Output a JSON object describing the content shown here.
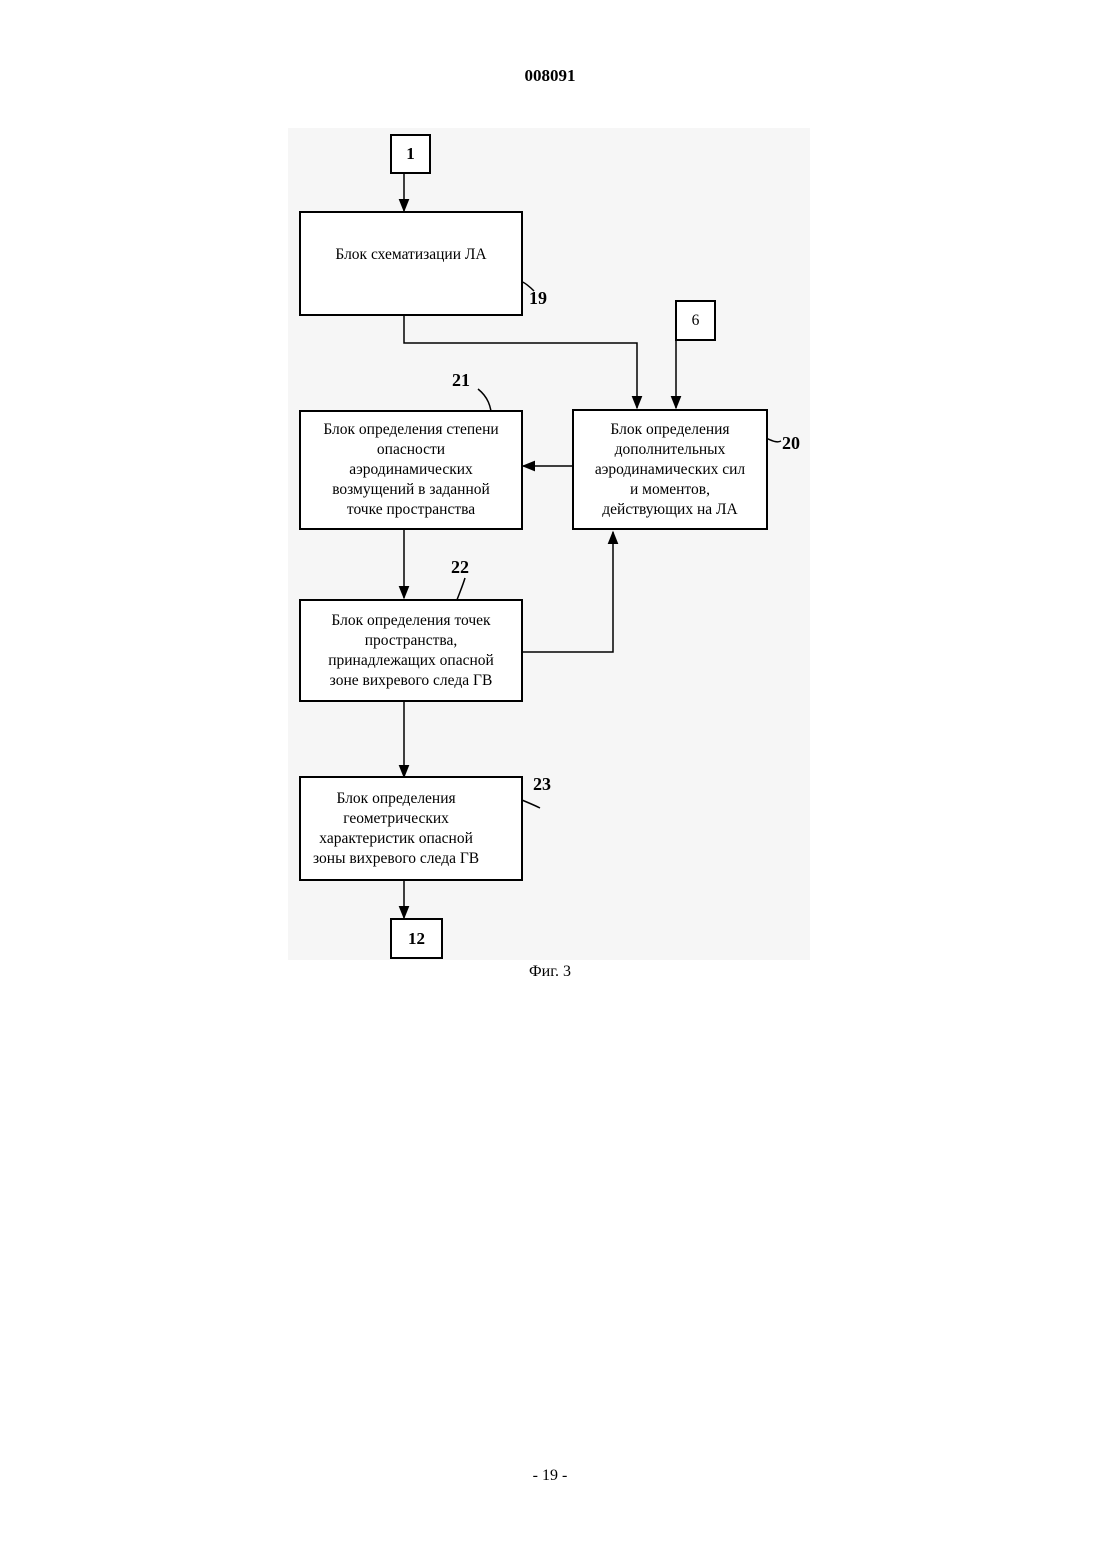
{
  "header": {
    "doc_number": "008091"
  },
  "diagram": {
    "terminals": {
      "in_1": "1",
      "in_6": "6",
      "out_12": "12"
    },
    "blocks": {
      "b19": "Блок схематизации ЛА",
      "b20": "Блок определения\nдополнительных\nаэродинамических сил\nи моментов,\nдействующих на ЛА",
      "b21": "Блок определения степени\nопасности\nаэродинамических\nвозмущений в заданной\nточке пространства",
      "b22": "Блок определения точек\nпространства,\nпринадлежащих опасной\nзоне вихревого следа ГВ",
      "b23": "Блок определения\nгеометрических\nхарактеристик опасной\nзоны вихревого следа ГВ"
    },
    "refs": {
      "r19": "19",
      "r20": "20",
      "r21": "21",
      "r22": "22",
      "r23": "23"
    }
  },
  "caption": "Фиг. 3",
  "footer": {
    "page_number": "- 19 -"
  }
}
